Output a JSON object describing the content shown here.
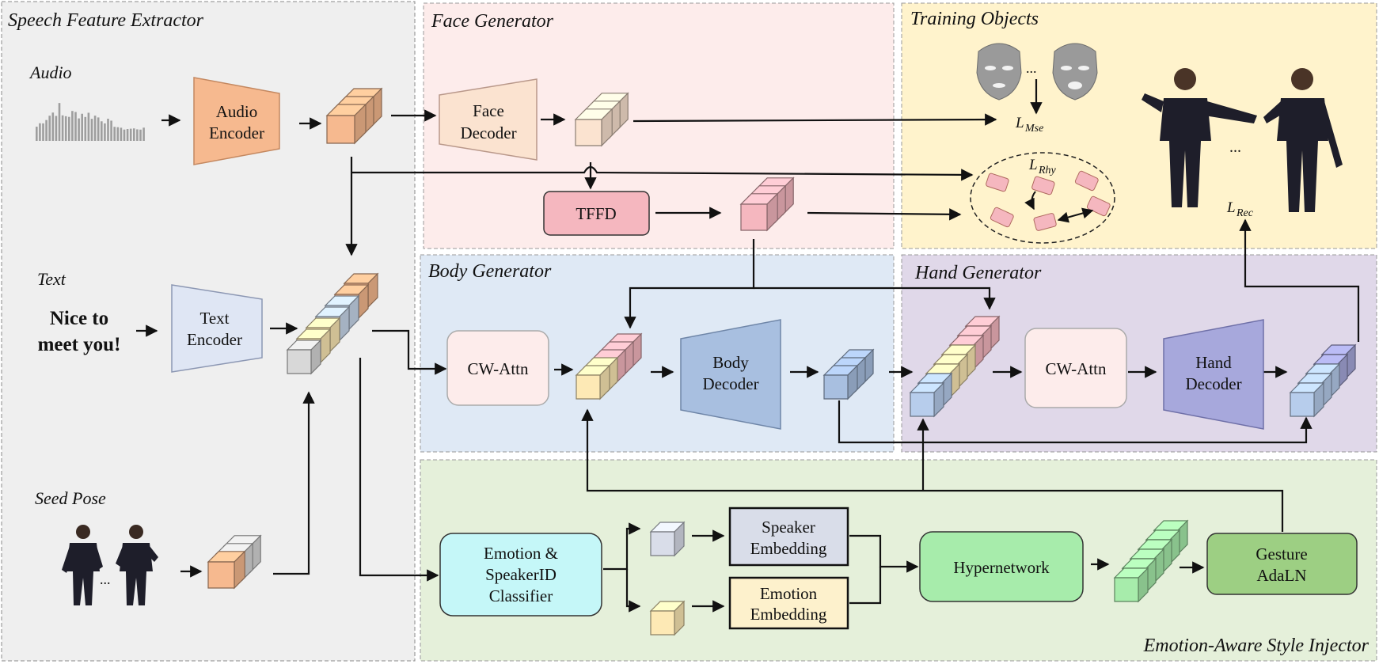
{
  "regions": {
    "speech": "Speech Feature Extractor",
    "face": "Face Generator",
    "training": "Training Objects",
    "body": "Body Generator",
    "hand": "Hand Generator",
    "style": "Emotion-Aware Style Injector"
  },
  "inputs": {
    "audio_label": "Audio",
    "text_label": "Text",
    "text_line1": "Nice to",
    "text_line2": "meet you!",
    "seed_label": "Seed Pose",
    "ellipsis": "..."
  },
  "modules": {
    "audio_encoder": [
      "Audio",
      "Encoder"
    ],
    "text_encoder": [
      "Text",
      "Encoder"
    ],
    "face_decoder": [
      "Face",
      "Decoder"
    ],
    "tffd": "TFFD",
    "cw_attn_body": "CW-Attn",
    "body_decoder": [
      "Body",
      "Decoder"
    ],
    "cw_attn_hand": "CW-Attn",
    "hand_decoder": [
      "Hand",
      "Decoder"
    ],
    "classifier": [
      "Emotion &",
      "SpeakerID",
      "Classifier"
    ],
    "speaker_embedding": [
      "Speaker",
      "Embedding"
    ],
    "emotion_embedding": [
      "Emotion",
      "Embedding"
    ],
    "hypernetwork": "Hypernetwork",
    "gesture_adaln": [
      "Gesture",
      "AdaLN"
    ]
  },
  "losses": {
    "mse": "L_Mse",
    "rhy": "L_Rhy",
    "rec": "L_Rec"
  },
  "colors": {
    "speech_bg": "#efefef",
    "face_bg": "#fdeceb",
    "training_bg": "#fff3cc",
    "body_bg": "#dfe9f5",
    "hand_bg": "#e0d8e9",
    "style_bg": "#e5f0da",
    "audio_cube": "#f6b98f",
    "face_cube": "#fbe3d0",
    "tffd_cube": "#f5b7bf",
    "body_cube": "#a8bfe0",
    "hand_cube": "#b7cdec",
    "text_cube": "#d8d8d8",
    "emotion_cube": "#fde9b5",
    "hyper_cube": "#a7ecab"
  }
}
